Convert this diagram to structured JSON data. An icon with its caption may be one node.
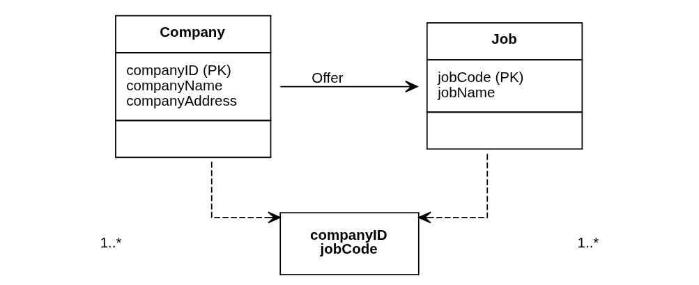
{
  "diagram": {
    "nodes": [
      {
        "text": [
          "Company",
          "companyID (PK)",
          "companyName",
          "companyAddress"
        ]
      },
      {
        "text": [
          "Job",
          "jobCode (PK)",
          "jobName"
        ]
      },
      {
        "text": [
          "companyID",
          "jobCode"
        ]
      }
    ],
    "edges": [
      {
        "from": 0,
        "to": 1,
        "arrow": "to",
        "label": "Offer"
      },
      {
        "from": 0,
        "to": 2,
        "arrow": "to",
        "style": "dashed"
      },
      {
        "from": 1,
        "to": 2,
        "arrow": "to",
        "style": "dashed"
      }
    ],
    "labels": [
      "1..*",
      "1..*"
    ]
  }
}
